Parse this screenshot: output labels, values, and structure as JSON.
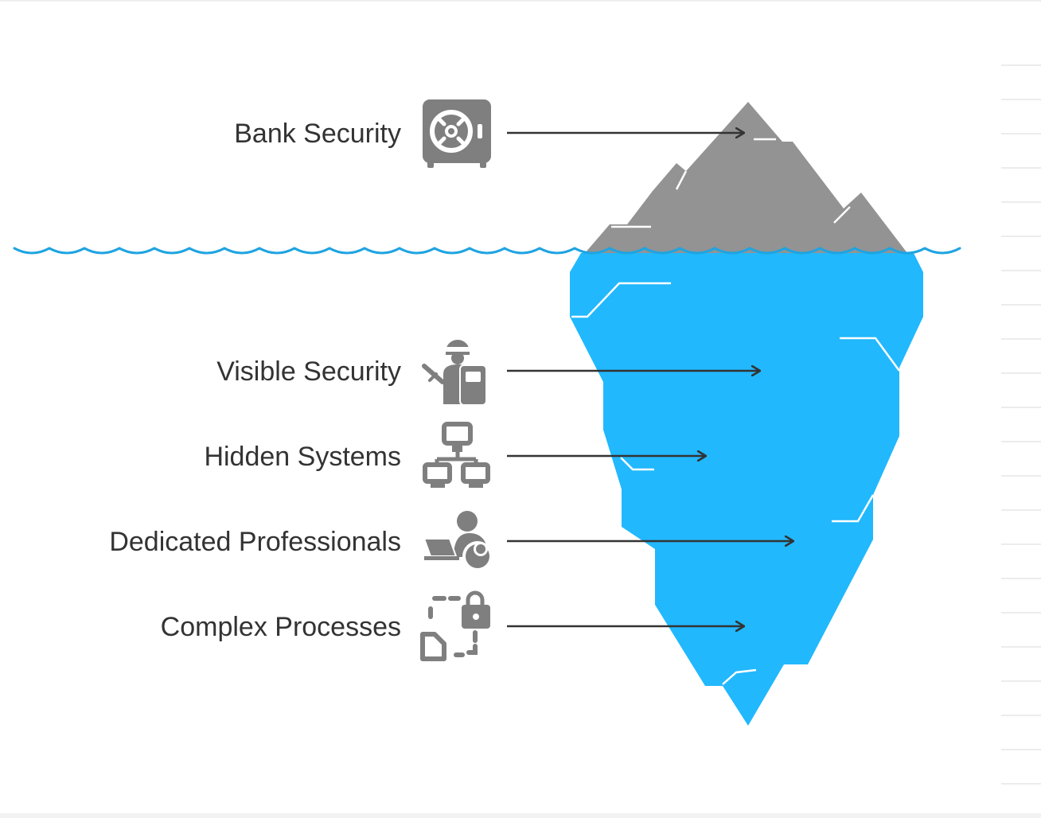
{
  "diagram": {
    "items": [
      {
        "id": "bank-security",
        "label": "Bank Security",
        "icon": "safe-icon"
      },
      {
        "id": "visible-security",
        "label": "Visible Security",
        "icon": "security-guard-icon"
      },
      {
        "id": "hidden-systems",
        "label": "Hidden Systems",
        "icon": "network-computers-icon"
      },
      {
        "id": "dedicated-professionals",
        "label": "Dedicated Professionals",
        "icon": "professional-laptop-icon"
      },
      {
        "id": "complex-processes",
        "label": "Complex Processes",
        "icon": "locked-process-icon"
      }
    ]
  },
  "colors": {
    "iceberg_tip": "#939393",
    "iceberg_body": "#21b8fd",
    "waterline": "#1fa4e1",
    "icon": "#7f7f7f",
    "arrow": "#333333",
    "text": "#333333"
  }
}
